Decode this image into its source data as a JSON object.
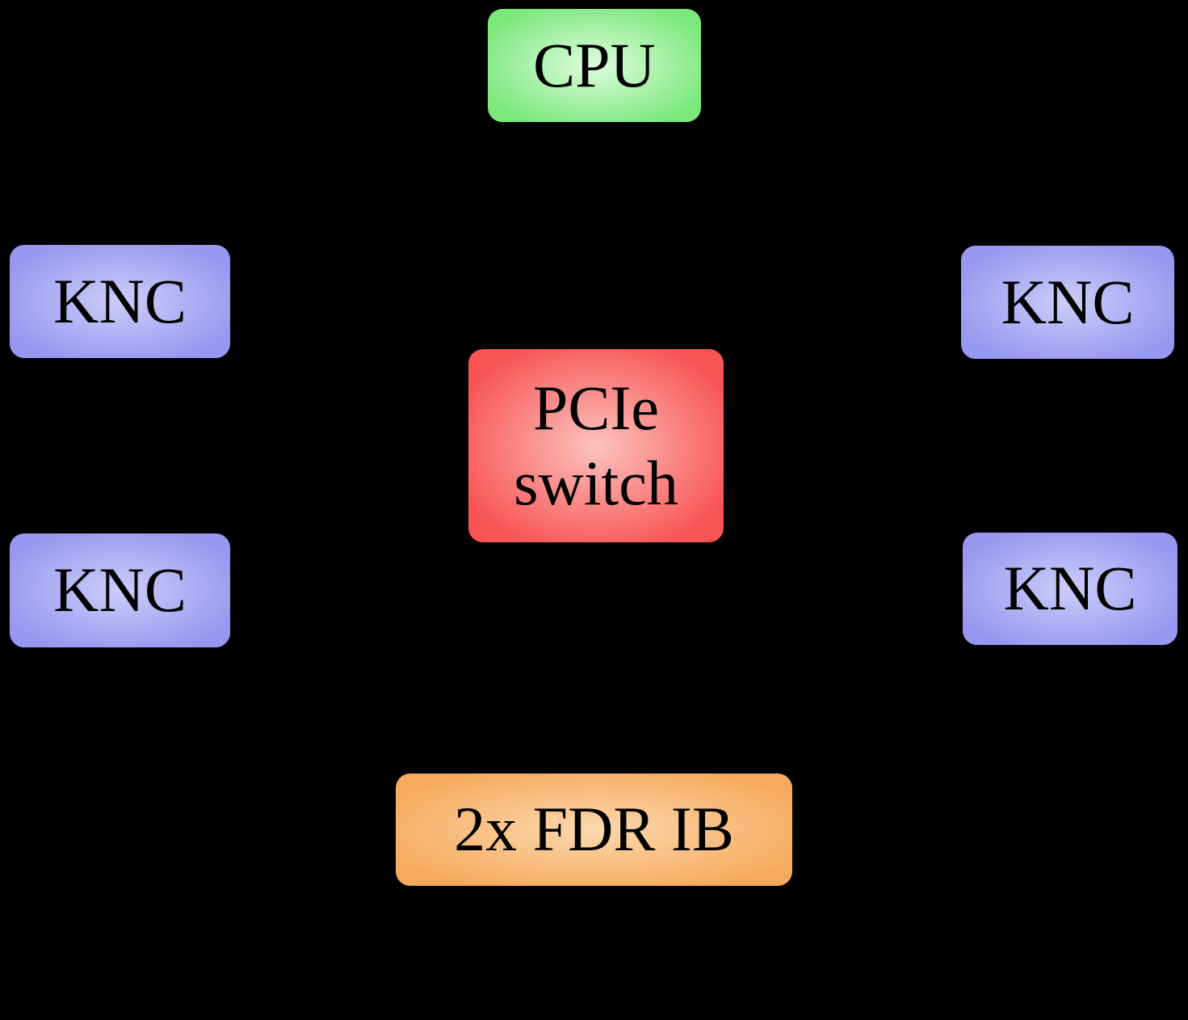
{
  "diagram": {
    "type": "block-diagram",
    "background": "#000000",
    "text_color": "#000000",
    "nodes": {
      "cpu": {
        "label": "CPU",
        "fill": "#7ce87c",
        "center_highlight": "#dffcdf"
      },
      "knc_top_left": {
        "label": "KNC",
        "fill": "#9697f0",
        "center_highlight": "#cccdf9"
      },
      "knc_top_right": {
        "label": "KNC",
        "fill": "#9697f0",
        "center_highlight": "#cccdf9"
      },
      "pcie_switch": {
        "line1": "PCIe",
        "line2": "switch",
        "fill": "#f85454",
        "center_highlight": "#fcc3bf"
      },
      "knc_bottom_left": {
        "label": "KNC",
        "fill": "#9697f0",
        "center_highlight": "#cccdf9"
      },
      "knc_bottom_right": {
        "label": "KNC",
        "fill": "#9697f0",
        "center_highlight": "#cccdf9"
      },
      "fdr_ib": {
        "label": "2x FDR IB",
        "fill": "#f7aa5e",
        "center_highlight": "#fbd9ae"
      }
    }
  }
}
